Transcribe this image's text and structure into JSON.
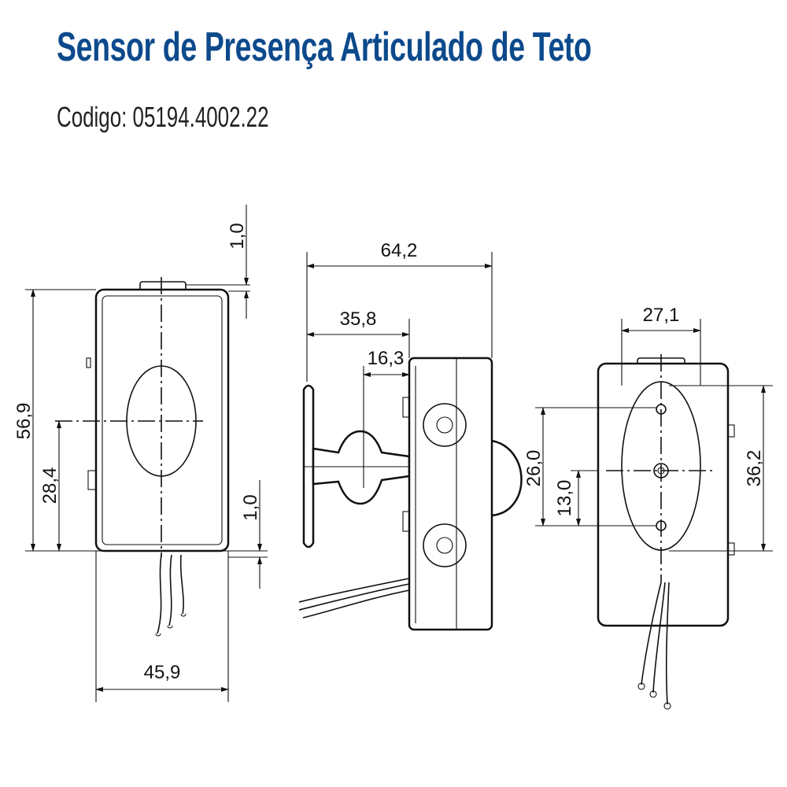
{
  "header": {
    "title": "Sensor de Presença Articulado de Teto",
    "code": "Codigo: 05194.4002.22"
  },
  "colors": {
    "title": "#0d4a8c",
    "lines": "#111111"
  },
  "drawing": {
    "front_view": {
      "height": "56,9",
      "center_height": "28,4",
      "top_offset": "1,0",
      "bottom_offset": "1,0",
      "width": "45,9"
    },
    "side_view": {
      "total_depth": "64,2",
      "paddle_to_body": "35,8",
      "joint_to_body": "16,3"
    },
    "back_view": {
      "hole_spacing_width": "27,1",
      "outer_height": "36,2",
      "hole_spacing": "26,0",
      "half_spacing": "13,0"
    }
  }
}
